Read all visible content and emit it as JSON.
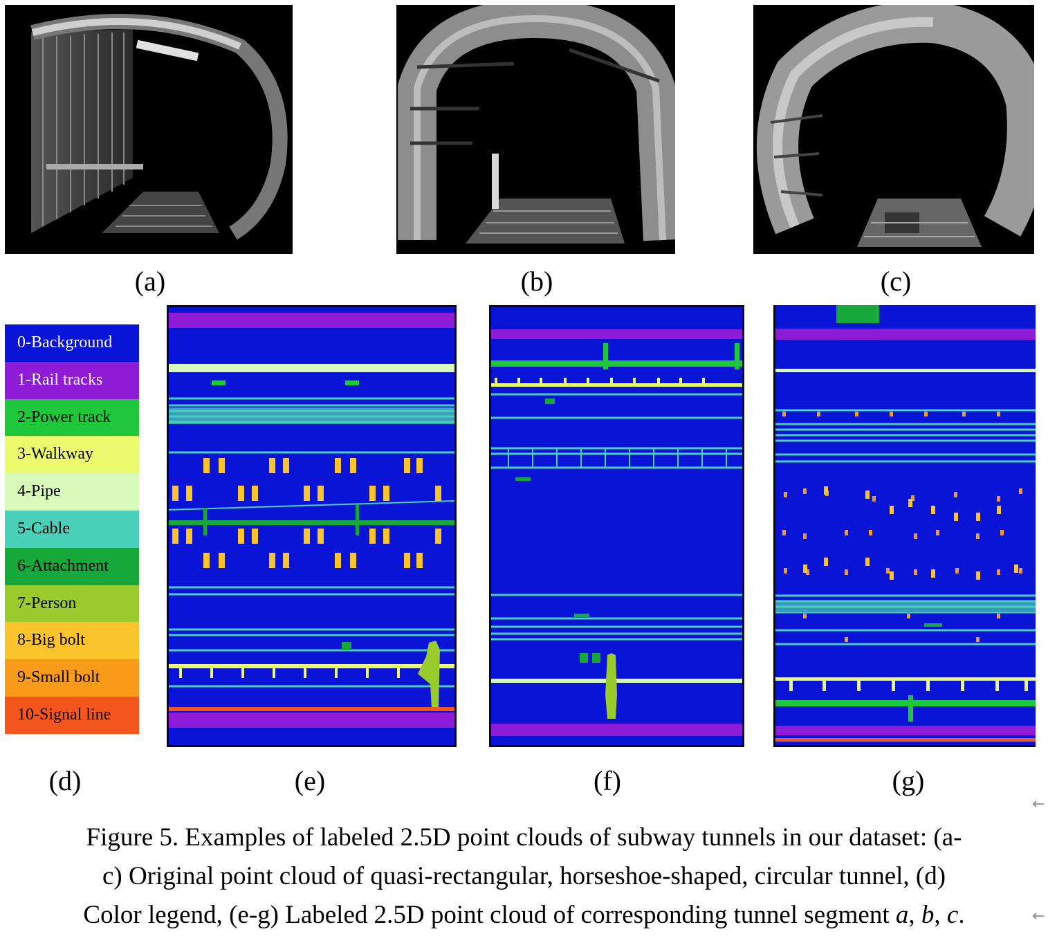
{
  "panels": {
    "a": "(a)",
    "b": "(b)",
    "c": "(c)",
    "d": "(d)",
    "e": "(e)",
    "f": "(f)",
    "g": "(g)"
  },
  "legend": [
    {
      "label": "0-Background",
      "color": "#0a14d6",
      "text_color": "#ffffff"
    },
    {
      "label": "1-Rail tracks",
      "color": "#8e1bd6",
      "text_color": "#ffffff"
    },
    {
      "label": "2-Power track",
      "color": "#1fc83a",
      "text_color": "#000000"
    },
    {
      "label": "3-Walkway",
      "color": "#eafa6c",
      "text_color": "#000000"
    },
    {
      "label": "4-Pipe",
      "color": "#d8fab8",
      "text_color": "#000000"
    },
    {
      "label": "5-Cable",
      "color": "#48d0b8",
      "text_color": "#000000"
    },
    {
      "label": "6-Attachment",
      "color": "#16a93a",
      "text_color": "#000000"
    },
    {
      "label": "7-Person",
      "color": "#9acb2c",
      "text_color": "#000000"
    },
    {
      "label": "8-Big bolt",
      "color": "#fbc42c",
      "text_color": "#000000"
    },
    {
      "label": "9-Small bolt",
      "color": "#f89a1a",
      "text_color": "#000000"
    },
    {
      "label": "10-Signal line",
      "color": "#f5561e",
      "text_color": "#000000"
    }
  ],
  "caption": {
    "line1": "Figure 5. Examples of labeled 2.5D point clouds of subway tunnels in our dataset: (a-",
    "line2": "c) Original point cloud of quasi-rectangular, horseshoe-shaped, circular tunnel, (d)",
    "line3_prefix": "Color legend, (e-g) Labeled 2.5D point cloud of corresponding tunnel segment ",
    "seg_a": "a",
    "sep1": ", ",
    "seg_b": "b",
    "sep2": ", ",
    "seg_c": "c",
    "line3_end": "."
  },
  "marks": {
    "arrow1": "←",
    "arrow2": "←"
  }
}
